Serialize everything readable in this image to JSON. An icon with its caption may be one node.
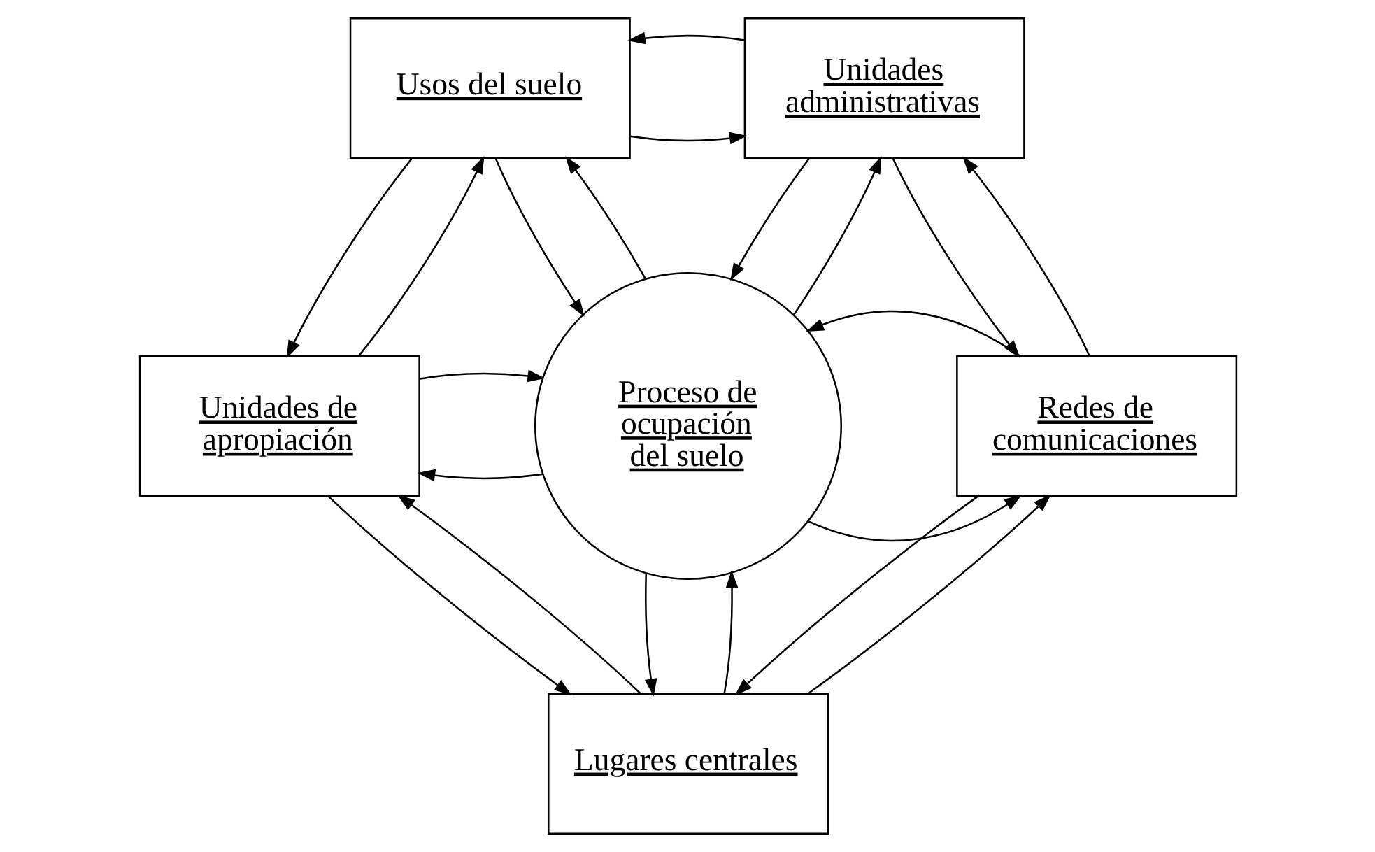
{
  "diagram": {
    "nodes": [
      {
        "text": [
          "Usos del suelo"
        ]
      },
      {
        "text": [
          "Unidades administrativas"
        ]
      },
      {
        "text": [
          "Proceso de ocupación del suelo"
        ]
      },
      {
        "text": [
          "Unidades de apropiación"
        ]
      },
      {
        "text": [
          "Redes de comunicaciones"
        ]
      },
      {
        "text": [
          "Lugares centrales"
        ]
      }
    ],
    "edges": [
      {
        "from": 0,
        "to": 1,
        "arrow": "to"
      },
      {
        "from": 1,
        "to": 0,
        "arrow": "to"
      },
      {
        "from": 0,
        "to": 2,
        "arrow": "to"
      },
      {
        "from": 2,
        "to": 0,
        "arrow": "to"
      },
      {
        "from": 1,
        "to": 2,
        "arrow": "to"
      },
      {
        "from": 2,
        "to": 1,
        "arrow": "to"
      },
      {
        "from": 0,
        "to": 3,
        "arrow": "to"
      },
      {
        "from": 3,
        "to": 0,
        "arrow": "to"
      },
      {
        "from": 1,
        "to": 4,
        "arrow": "to"
      },
      {
        "from": 4,
        "to": 1,
        "arrow": "to"
      },
      {
        "from": 2,
        "to": 3,
        "arrow": "to"
      },
      {
        "from": 3,
        "to": 2,
        "arrow": "to"
      },
      {
        "from": 2,
        "to": 4,
        "arrow": "to"
      },
      {
        "from": 4,
        "to": 2,
        "arrow": "to"
      },
      {
        "from": 2,
        "to": 5,
        "arrow": "to"
      },
      {
        "from": 5,
        "to": 2,
        "arrow": "to"
      },
      {
        "from": 3,
        "to": 5,
        "arrow": "to"
      },
      {
        "from": 5,
        "to": 3,
        "arrow": "to"
      },
      {
        "from": 4,
        "to": 5,
        "arrow": "to"
      },
      {
        "from": 5,
        "to": 4,
        "arrow": "to"
      }
    ]
  }
}
